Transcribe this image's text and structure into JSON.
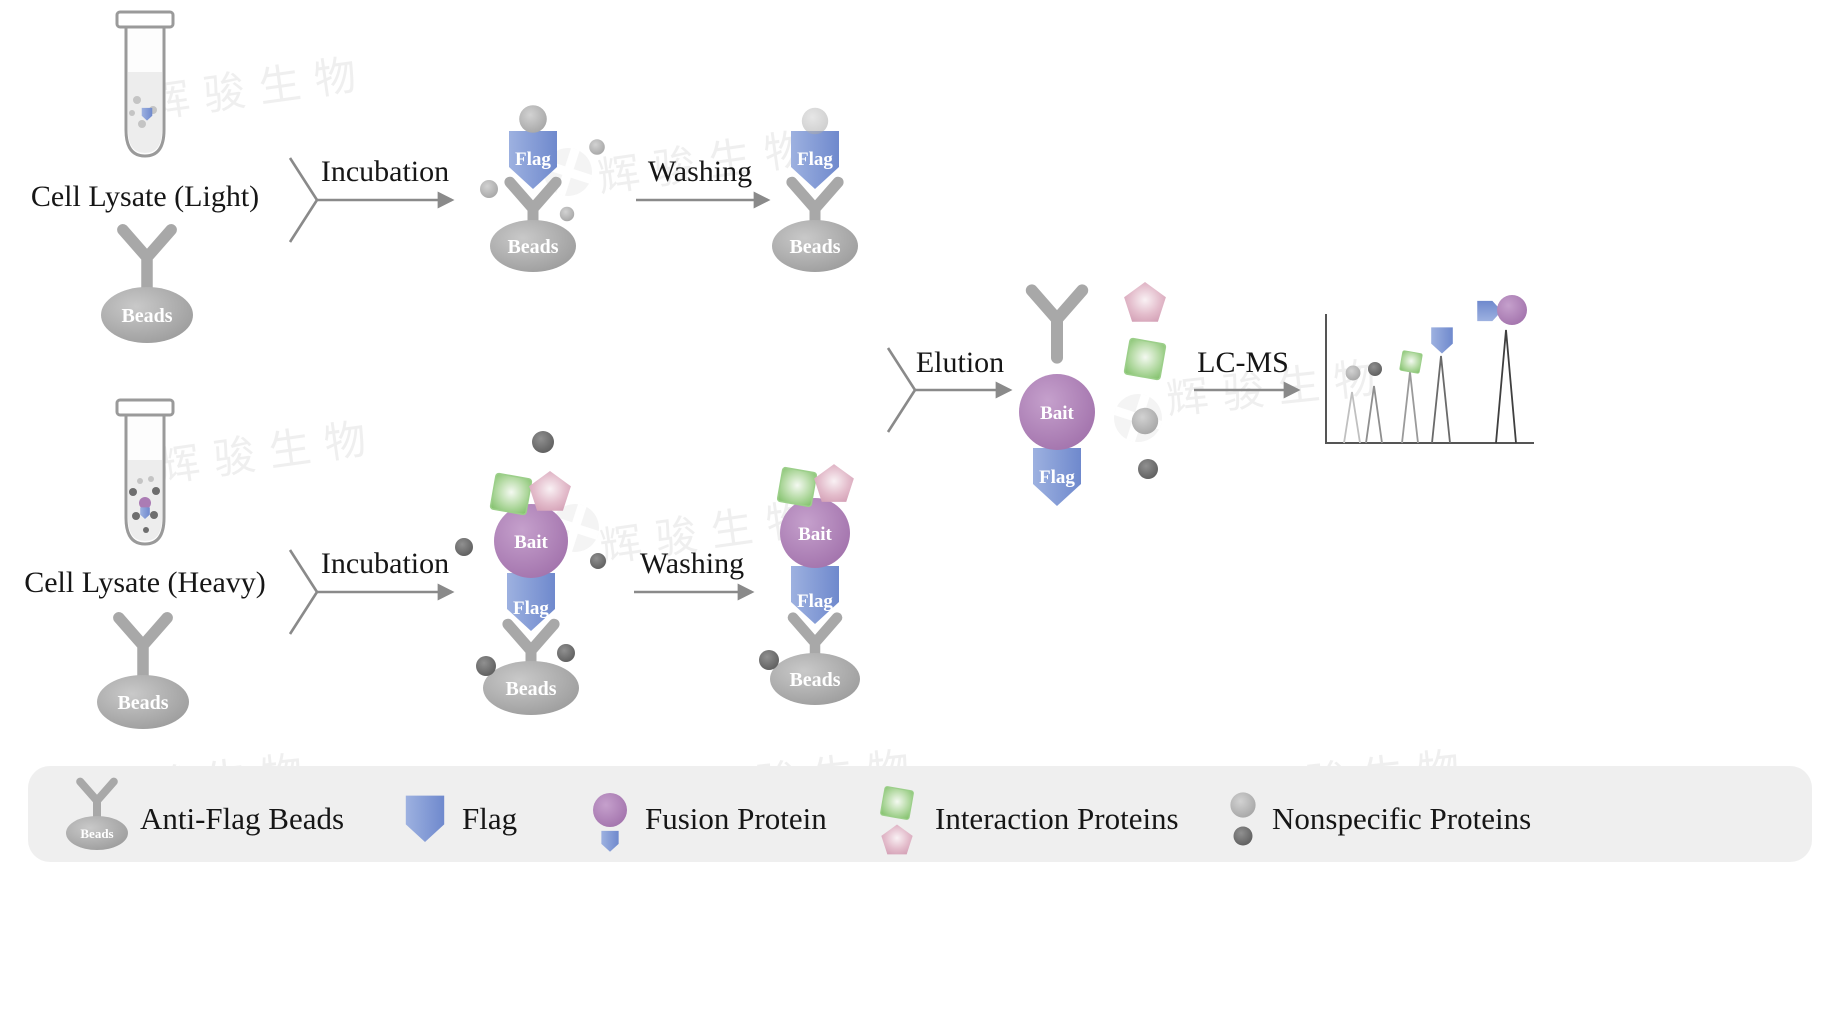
{
  "labels": {
    "cell_lysate_light": "Cell Lysate (Light)",
    "cell_lysate_heavy": "Cell Lysate (Heavy)",
    "incubation": "Incubation",
    "washing": "Washing",
    "elution": "Elution",
    "lcms": "LC-MS",
    "beads": "Beads",
    "flag": "Flag",
    "bait": "Bait"
  },
  "legend": {
    "items": [
      {
        "label": "Anti-Flag Beads"
      },
      {
        "label": "Flag"
      },
      {
        "label": "Fusion Protein"
      },
      {
        "label": "Interaction Proteins"
      },
      {
        "label": "Nonspecific Proteins"
      }
    ]
  },
  "watermark": {
    "text": "辉骏生物"
  },
  "chromatogram": {
    "peak_markers": [
      "nonspecific-light",
      "nonspecific-dark",
      "interaction-green",
      "flag",
      "fusion-protein"
    ]
  },
  "colors": {
    "flag_blue": "#7d99d6",
    "bait_purple": "#ab7cb4",
    "bead_gray": "#a6a6a6",
    "interaction_green": "#8cc878",
    "interaction_pink": "#d8a2b6",
    "nonspecific_light": "#b5b5b5",
    "nonspecific_dark": "#6e6e6e",
    "legend_bg": "#efefef"
  }
}
